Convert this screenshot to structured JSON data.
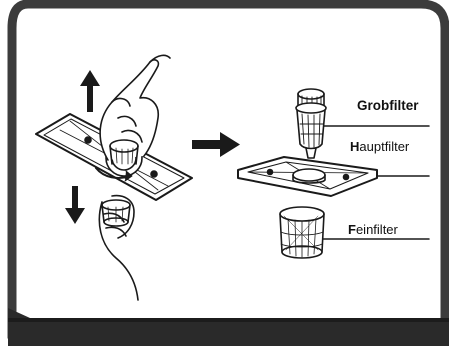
{
  "labels": {
    "grob": "Grobfilter",
    "haupt_initial": "H",
    "haupt_rest": "auptfilter",
    "fein_initial": "F",
    "fein_rest": "einfilter"
  },
  "colors": {
    "frame_border": "#3c3c3c",
    "frame_bottom_band": "#2a2a2a",
    "line_art": "#1a1a1a",
    "background": "#ffffff"
  },
  "icons": [
    "up-arrow-icon",
    "down-arrow-icon",
    "right-arrow-icon"
  ]
}
